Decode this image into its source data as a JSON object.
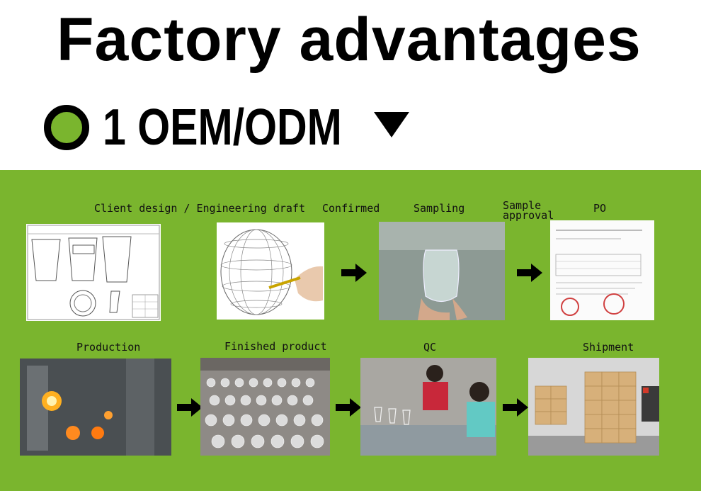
{
  "header": {
    "title": "Factory advantages",
    "subtitle": "1 OEM/ODM"
  },
  "colors": {
    "panel": "#7ab52e",
    "text": "#000000"
  },
  "steps": {
    "client_design": "Client design / Engineering draft",
    "confirmed": "Confirmed",
    "sampling": "Sampling",
    "sample_approval_1": "Sample",
    "sample_approval_2": "approval",
    "po": "PO",
    "production": "Production",
    "finished_product": "Finished product",
    "qc": "QC",
    "shipment": "Shipment"
  },
  "icons": {
    "bullet": "circle-bullet-icon",
    "dropdown": "triangle-down-icon",
    "arrow": "arrow-right-icon"
  }
}
